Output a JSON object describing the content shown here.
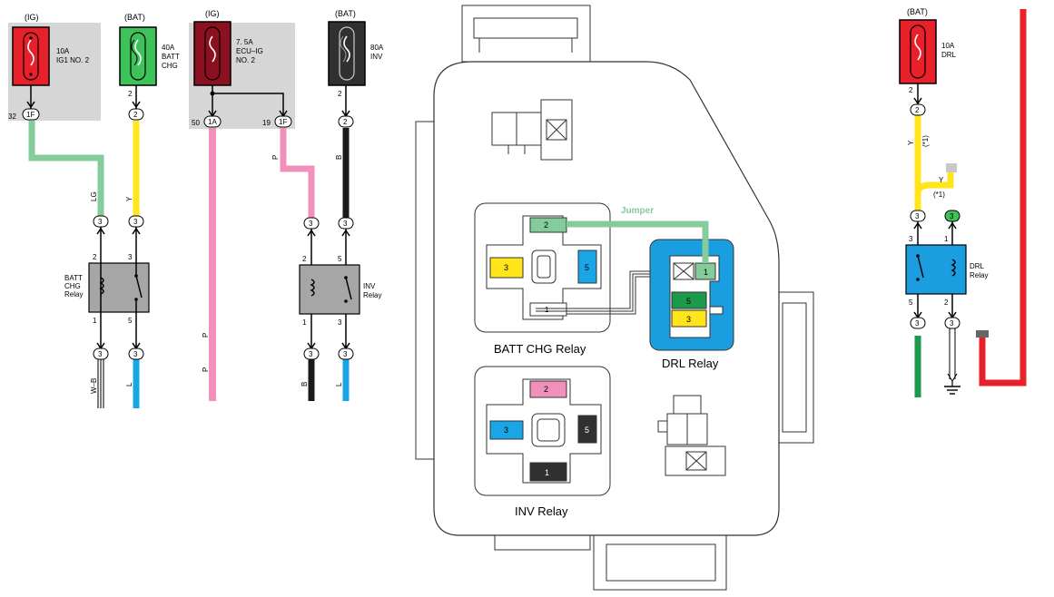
{
  "colors": {
    "fuse_red": "#e8202a",
    "fuse_green": "#3ec25a",
    "fuse_dark_red": "#8b1020",
    "fuse_black": "#303030",
    "wire_lg": "#84cc9c",
    "wire_y": "#ffe51a",
    "wire_p": "#f290bc",
    "wire_b": "#1a1a1a",
    "wire_l": "#1aa6e6",
    "wire_g": "#1a9a4a",
    "wire_r": "#e8202a",
    "relay_grey": "#a6a6a6",
    "relay_blue": "#1a9ee0",
    "shade": "#d6d6d6"
  },
  "fuses": [
    {
      "source": "(IG)",
      "rating": "10A",
      "name": "IG1 NO. 2",
      "pin": "32",
      "connector": "1F",
      "wire_code": "LG"
    },
    {
      "source": "(BAT)",
      "rating": "40A",
      "name_1": "BATT",
      "name_2": "CHG",
      "pin": "2",
      "connector": "2",
      "wire_code": "Y"
    },
    {
      "source": "(IG)",
      "rating": "7. 5A",
      "name_1": "ECU–IG",
      "name_2": "NO. 2",
      "pin_1": "50",
      "connector_1": "1A",
      "pin_2": "19",
      "connector_2": "1F",
      "wire_code_1": "P",
      "wire_code_2": "P"
    },
    {
      "source": "(BAT)",
      "rating": "80A",
      "name": "INV",
      "pin": "2",
      "connector": "2",
      "wire_code": "B"
    },
    {
      "source": "(BAT)",
      "rating": "10A",
      "name": "DRL",
      "pin": "2",
      "connector": "2",
      "wire_code": "Y"
    }
  ],
  "batt_chg_relay": {
    "label_1": "BATT",
    "label_2": "CHG",
    "label_3": "Relay",
    "pin_coil_in": "2",
    "pin_sw_in": "3",
    "pin_coil_out": "1",
    "pin_sw_out": "5",
    "connector": "3",
    "out_wire_1": "W–B",
    "out_wire_2": "L"
  },
  "inv_relay": {
    "label_1": "INV",
    "label_2": "Relay",
    "pin_coil_in": "2",
    "pin_sw_in": "5",
    "pin_coil_out": "1",
    "pin_sw_out": "3",
    "connector": "3",
    "out_wire_1": "B",
    "out_wire_2": "L"
  },
  "drl_relay": {
    "label_1": "DRL",
    "label_2": "Relay",
    "pin_sw_in": "3",
    "pin_coil_in": "1",
    "pin_sw_out": "5",
    "pin_coil_out": "2",
    "connector": "3",
    "wire_y": "Y",
    "note_1": "(*1)",
    "note_2": "(*1)"
  },
  "relay_block": {
    "jumper_label": "Jumper",
    "batt_chg_label": "BATT CHG Relay",
    "drl_label": "DRL Relay",
    "inv_label": "INV Relay",
    "batt_chg_pins": [
      "2",
      "3",
      "5",
      "1"
    ],
    "drl_pins": [
      "1",
      "5",
      "3"
    ],
    "inv_pins": [
      "2",
      "3",
      "5",
      "1"
    ]
  }
}
